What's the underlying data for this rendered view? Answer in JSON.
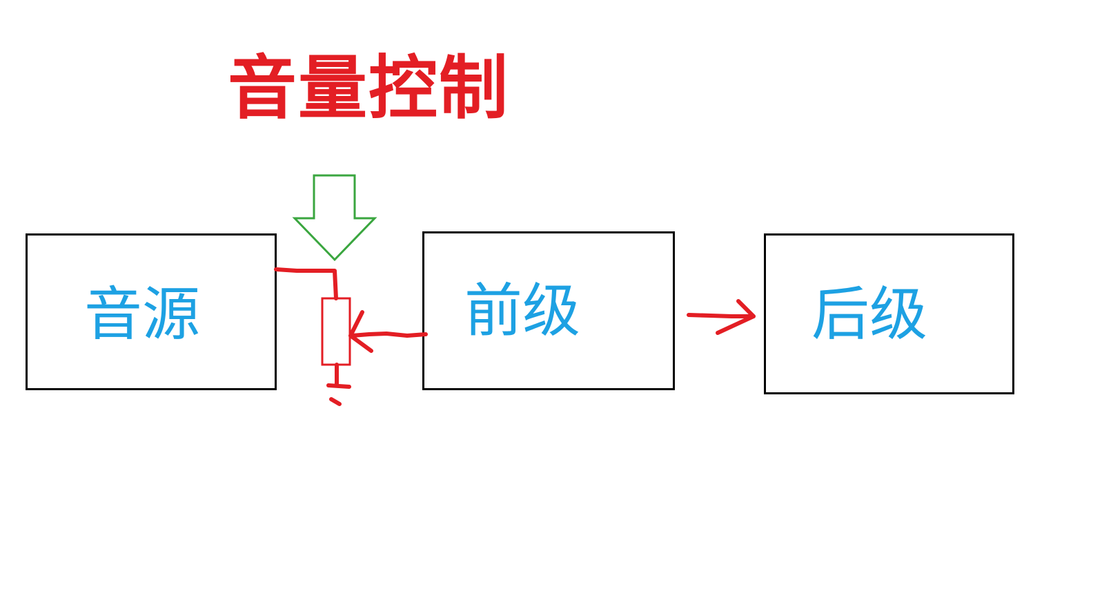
{
  "title": "音量控制",
  "blocks": {
    "source": "音源",
    "preamp": "前级",
    "poweramp": "后级"
  },
  "colors": {
    "title": "#e31e24",
    "block_label": "#1da1e3",
    "block_border": "#000000",
    "wire": "#e31e24",
    "indicator_arrow": "#3aa63f"
  },
  "icons": {
    "control_indicator": "down-arrow-outline-icon",
    "potentiometer": "potentiometer-icon"
  }
}
